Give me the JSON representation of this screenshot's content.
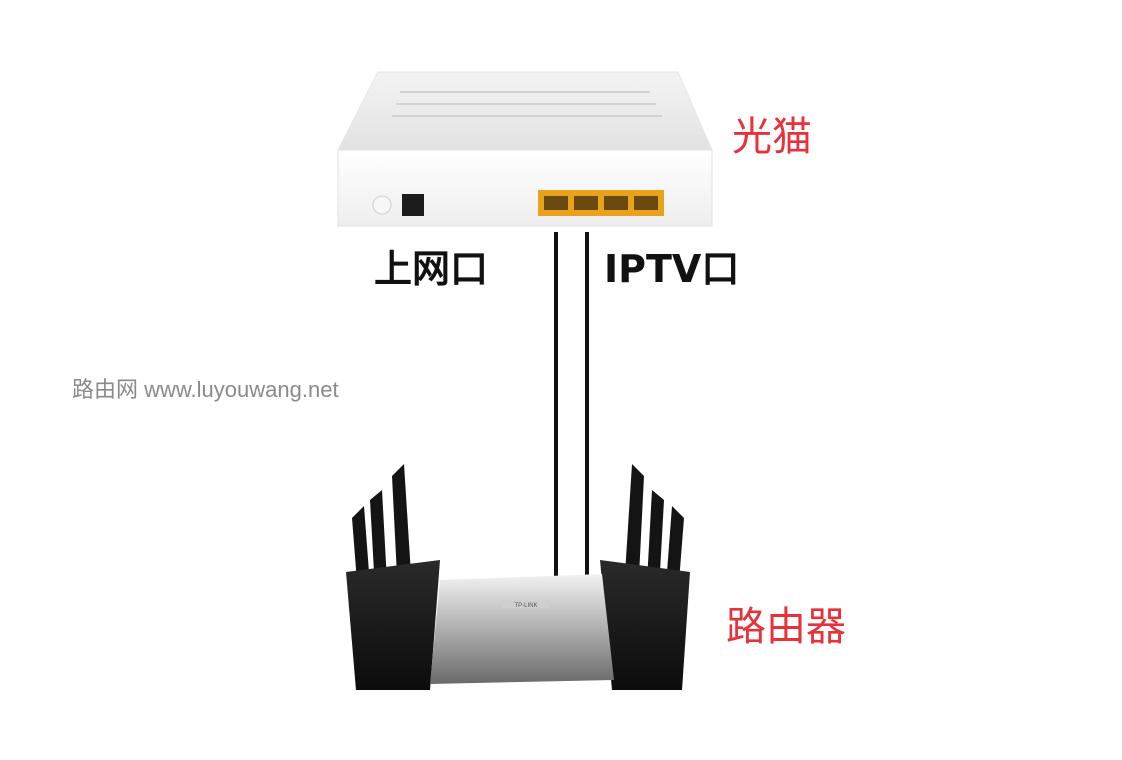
{
  "labels": {
    "modem": "光猫",
    "wan_port": "上网口",
    "iptv_port": "IPTV口",
    "router": "路由器",
    "watermark": "路由网 www.luyouwang.net",
    "router_brand": "TP-LINK"
  },
  "colors": {
    "device_label": "#e8313a",
    "port_label": "#111111",
    "cable": "#111111",
    "lan_port": "#e8a21c"
  }
}
